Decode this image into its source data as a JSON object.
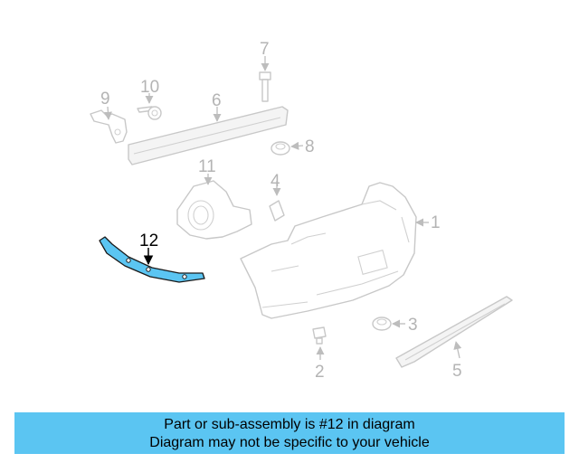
{
  "diagram": {
    "callouts": [
      {
        "id": "1",
        "label": "1"
      },
      {
        "id": "2",
        "label": "2"
      },
      {
        "id": "3",
        "label": "3"
      },
      {
        "id": "4",
        "label": "4"
      },
      {
        "id": "5",
        "label": "5"
      },
      {
        "id": "6",
        "label": "6"
      },
      {
        "id": "7",
        "label": "7"
      },
      {
        "id": "8",
        "label": "8"
      },
      {
        "id": "9",
        "label": "9"
      },
      {
        "id": "10",
        "label": "10"
      },
      {
        "id": "11",
        "label": "11"
      },
      {
        "id": "12",
        "label": "12"
      }
    ],
    "highlighted_part": "12",
    "highlight_color": "#5bc5f2"
  },
  "banner": {
    "line1": "Part or sub-assembly is #12 in diagram",
    "line2": "Diagram may not be specific to your vehicle",
    "background": "#5bc5f2"
  }
}
